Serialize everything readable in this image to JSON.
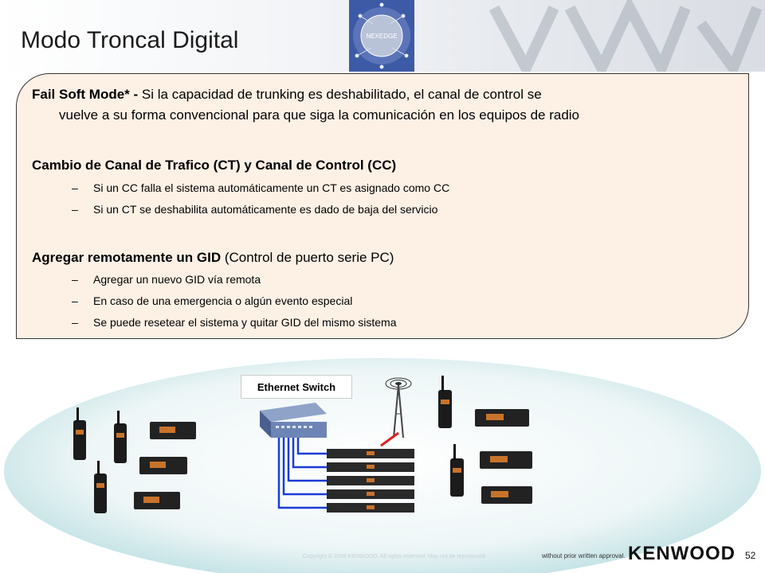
{
  "slide": {
    "title": "Modo Troncal Digital",
    "logo_text": "NEXEDGE",
    "page_number": "52"
  },
  "content": {
    "section1": {
      "heading": "Fail Soft Mode* -",
      "text_line1": " Si la capacidad de trunking es deshabilitado, el  canal de control se",
      "text_line2": "vuelve a su forma convencional para que siga la comunicación en los equipos de radio"
    },
    "section2": {
      "heading": "Cambio de Canal de Trafico (CT) y Canal de Control (CC)",
      "bullets": [
        "Si un CC falla el sistema automáticamente un CT es asignado como CC",
        "Si un CT se deshabilita automáticamente es dado de baja del servicio"
      ]
    },
    "section3": {
      "heading": "Agregar remotamente un GID",
      "heading_suffix": " (Control de puerto serie PC)",
      "bullets": [
        "Agregar un nuevo GID vía remota",
        "En caso de una emergencia o algún evento especial",
        "Se puede resetear el sistema y quitar GID del mismo sistema"
      ]
    },
    "bullet_dash": "–"
  },
  "diagram": {
    "switch_label": "Ethernet Switch"
  },
  "footer": {
    "copyright": "Copyright © 2008 KENWOOD. All rights reserved. May not be reproduced",
    "approval": "without prior written approval.",
    "brand": "KENWOOD"
  }
}
